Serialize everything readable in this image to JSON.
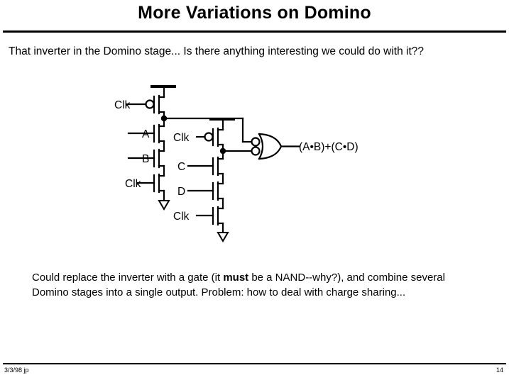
{
  "slide": {
    "title": "More Variations on Domino",
    "subtitle": "That inverter in the Domino stage...  Is there anything interesting we could do with it??",
    "body_line1_a": "Could replace the inverter with a gate (it ",
    "body_emphasis": "must",
    "body_line1_b": " be a NAND--why?), and",
    "body_line2": "combine several Domino stages into a single output.  Problem:  how to deal",
    "body_line3": "with charge sharing...",
    "footer_left": "3/3/98 jp",
    "footer_page": "14",
    "ink_color": "#000000",
    "background_color": "#ffffff"
  },
  "circuit": {
    "labels": {
      "left_pmos_clk": "Clk",
      "left_nmos_a": "A",
      "left_nmos_b": "B",
      "left_nmos_clk": "Clk",
      "right_pmos_clk": "Clk",
      "right_nmos_c": "C",
      "right_nmos_d": "D",
      "right_nmos_clk": "Clk",
      "output": "(A•B)+(C•D)"
    },
    "gate_type": "or-with-inverted-inputs",
    "left_stack_inputs": [
      "Clk",
      "A",
      "B",
      "Clk"
    ],
    "right_stack_inputs": [
      "Clk",
      "C",
      "D",
      "Clk"
    ]
  }
}
